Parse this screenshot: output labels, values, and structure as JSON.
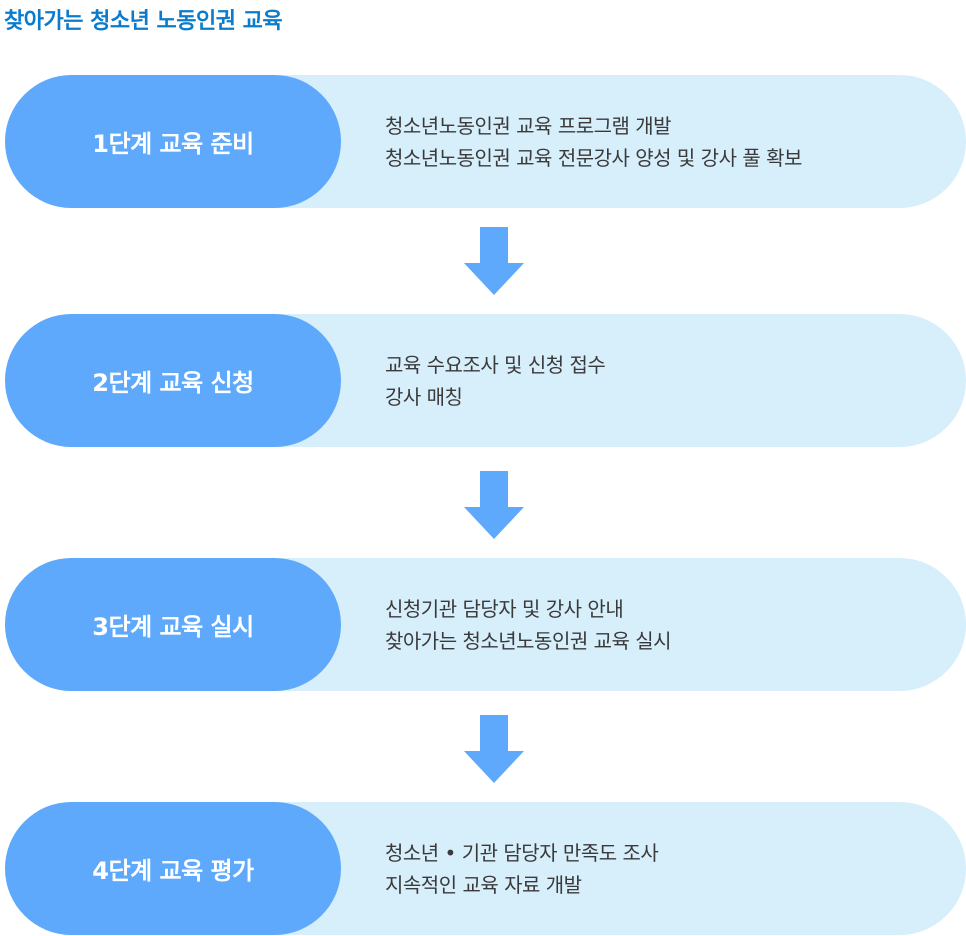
{
  "title": "찾아가는 청소년 노동인권 교육",
  "colors": {
    "title": "#0b7ccd",
    "step_fill": "#5ea9fb",
    "row_fill": "#d7eefb",
    "arrow": "#5ea9fb",
    "text": "#3a3a3a"
  },
  "steps": [
    {
      "label": "1단계 교육 준비",
      "items": [
        "청소년노동인권 교육 프로그램 개발",
        "청소년노동인권 교육 전문강사 양성 및 강사 풀 확보"
      ]
    },
    {
      "label": "2단계 교육 신청",
      "items": [
        "교육 수요조사 및 신청 접수",
        "강사 매칭"
      ]
    },
    {
      "label": "3단계 교육 실시",
      "items": [
        "신청기관 담당자 및 강사 안내",
        "찾아가는 청소년노동인권 교육 실시"
      ]
    },
    {
      "label": "4단계 교육 평가",
      "items": [
        "청소년 • 기관 담당자 만족도 조사",
        "지속적인 교육 자료 개발"
      ]
    }
  ],
  "arrow_icon": "down-arrow-icon"
}
